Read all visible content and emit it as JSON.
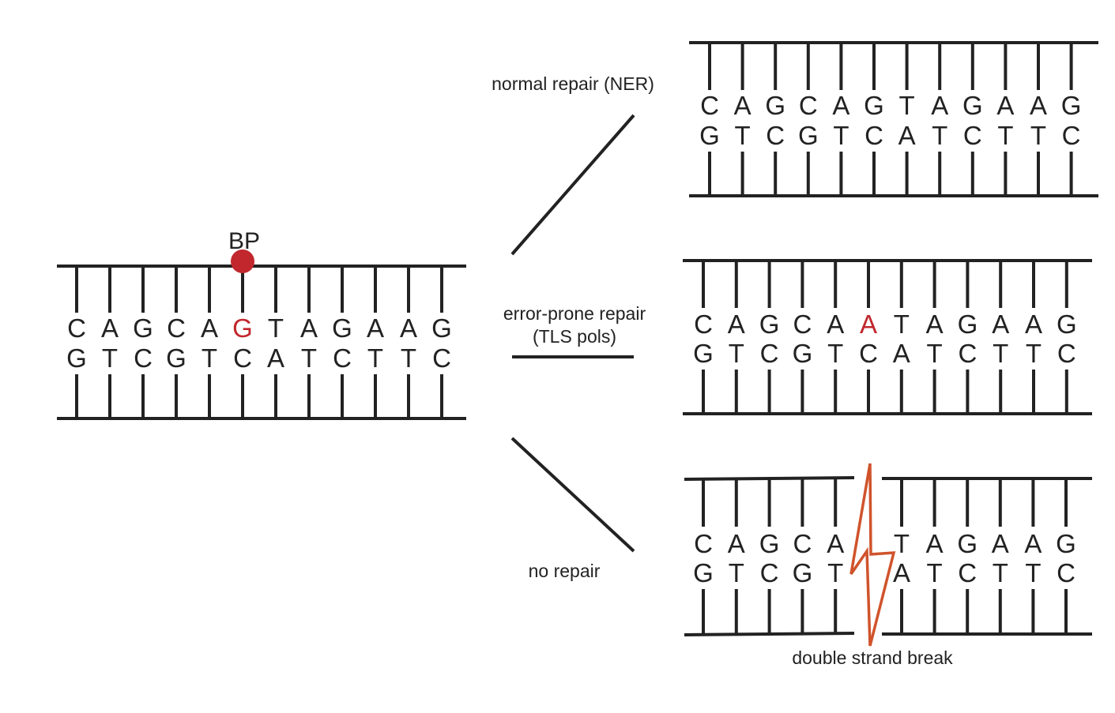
{
  "colors": {
    "ink": "#222222",
    "mutation": "#c1272d",
    "adduct": "#c1272d",
    "break": "#d0532b"
  },
  "original": {
    "adduct_label": "BP",
    "top": [
      "C",
      "A",
      "G",
      "C",
      "A",
      "G",
      "T",
      "A",
      "G",
      "A",
      "A",
      "G"
    ],
    "bottom": [
      "G",
      "T",
      "C",
      "G",
      "T",
      "C",
      "A",
      "T",
      "C",
      "T",
      "T",
      "C"
    ],
    "highlight_index": 5
  },
  "pathways": [
    {
      "label_lines": [
        "normal repair (NER)"
      ],
      "top": [
        "C",
        "A",
        "G",
        "C",
        "A",
        "G",
        "T",
        "A",
        "G",
        "A",
        "A",
        "G"
      ],
      "bottom": [
        "G",
        "T",
        "C",
        "G",
        "T",
        "C",
        "A",
        "T",
        "C",
        "T",
        "T",
        "C"
      ],
      "highlight_index": -1,
      "broken": false
    },
    {
      "label_lines": [
        "error-prone repair",
        "(TLS pols)"
      ],
      "top": [
        "C",
        "A",
        "G",
        "C",
        "A",
        "A",
        "T",
        "A",
        "G",
        "A",
        "A",
        "G"
      ],
      "bottom": [
        "G",
        "T",
        "C",
        "G",
        "T",
        "C",
        "A",
        "T",
        "C",
        "T",
        "T",
        "C"
      ],
      "highlight_index": 5,
      "broken": false
    },
    {
      "label_lines": [
        "no repair"
      ],
      "top": [
        "C",
        "A",
        "G",
        "C",
        "A",
        "T",
        "A",
        "G",
        "A",
        "A",
        "G"
      ],
      "bottom": [
        "G",
        "T",
        "C",
        "G",
        "T",
        "A",
        "T",
        "C",
        "T",
        "T",
        "C"
      ],
      "highlight_index": -1,
      "broken": true,
      "break_after": 5,
      "break_label": "double strand break"
    }
  ]
}
